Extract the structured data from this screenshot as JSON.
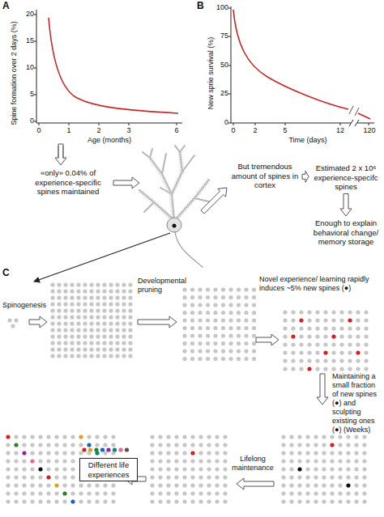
{
  "diagram": {
    "nodes": [
      {
        "text": [
          "«only» 0.04% of experience-specific spines maintained"
        ]
      },
      {
        "text": [
          "But tremendous amount of spines in cortex"
        ]
      },
      {
        "text": [
          "Estimated 2 x 10⁶ experience-specifc spines"
        ]
      },
      {
        "text": [
          "Enough to explain behavioral change/ memory storage"
        ]
      },
      {
        "text": [
          "Different life experiences"
        ]
      }
    ],
    "edges": [
      {
        "from": 1,
        "to": 2,
        "arrow": "to"
      },
      {
        "from": 2,
        "to": 3,
        "arrow": "to"
      }
    ],
    "labels": [
      "A",
      "20",
      "15",
      "10",
      "5",
      "0",
      "Spine formation over 2 days (%)",
      "0",
      "1",
      "2",
      "3",
      "6",
      "Age (months)",
      "B",
      "100",
      "75",
      "50",
      "25",
      "0",
      "New sprie survival (%)",
      "0",
      "2",
      "5",
      "12",
      "120",
      "Time (days)",
      "C",
      "Spinogenesis",
      "Developmental pruning",
      "Novel experience/ learning rapidly induces ~5% new spines (●)",
      "Maintaining a small fraction of new spines (●) and sculpting existing ones (●) (Weeks)",
      "Lifelong maintenance"
    ]
  }
}
